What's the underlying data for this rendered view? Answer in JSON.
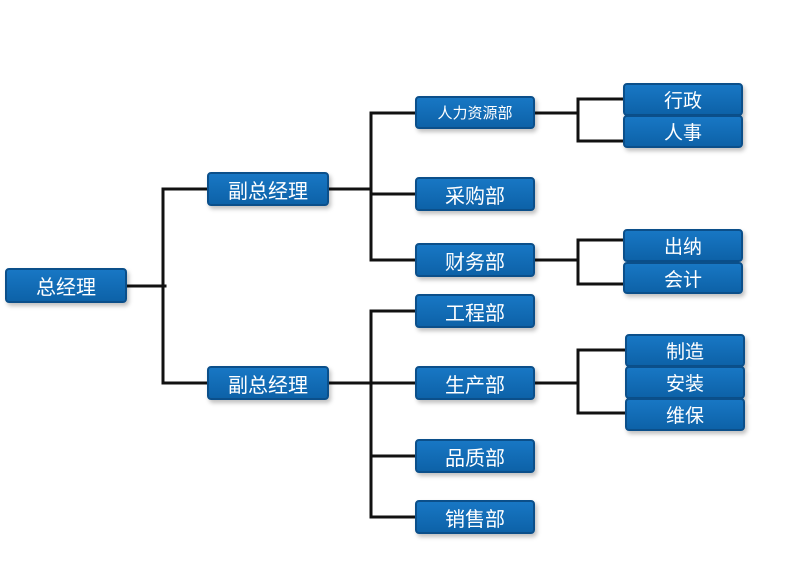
{
  "org_chart": {
    "ceo": "总经理",
    "deputies": [
      {
        "title": "副总经理",
        "departments": [
          {
            "name": "人力资源部",
            "units": [
              "行政",
              "人事"
            ]
          },
          {
            "name": "采购部",
            "units": []
          },
          {
            "name": "财务部",
            "units": [
              "出纳",
              "会计"
            ]
          }
        ]
      },
      {
        "title": "副总经理",
        "departments": [
          {
            "name": "工程部",
            "units": []
          },
          {
            "name": "生产部",
            "units": [
              "制造",
              "安装",
              "维保"
            ]
          },
          {
            "name": "品质部",
            "units": []
          },
          {
            "name": "销售部",
            "units": []
          }
        ]
      }
    ]
  },
  "colors": {
    "node_fill": "#1570bb",
    "node_border": "#0b4f8a",
    "node_text": "#ffffff",
    "connector": "#111111"
  }
}
